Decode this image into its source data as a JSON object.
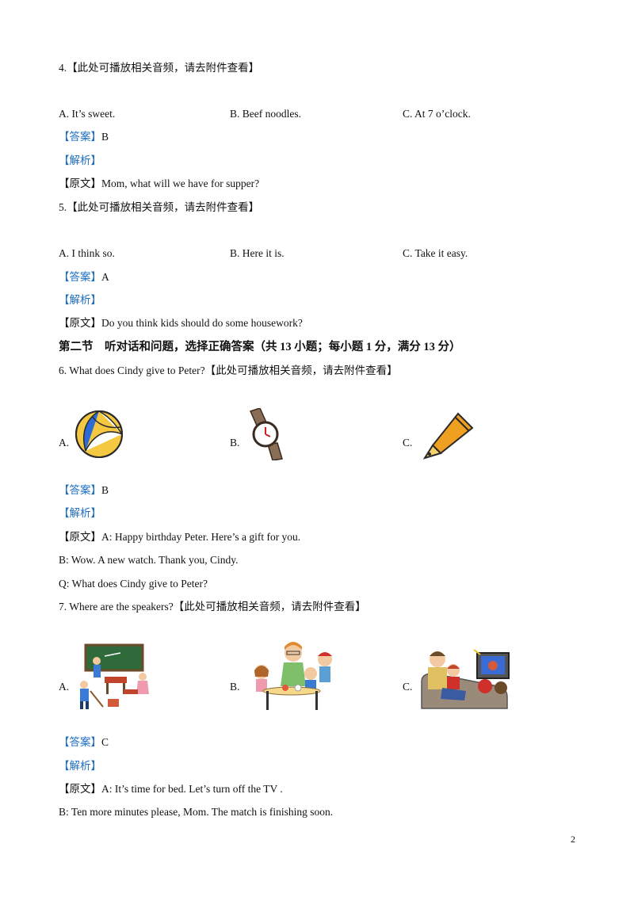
{
  "q4": {
    "prompt": "4.【此处可播放相关音频，请去附件查看】",
    "options": [
      "A.  It’s sweet.",
      "B.  Beef noodles.",
      "C.  At 7 o’clock."
    ],
    "answer_tag": "【答案】",
    "answer": "B",
    "analysis_tag": "【解析】",
    "original_tag": "【原文】",
    "original": "Mom, what will we have for supper?"
  },
  "q5": {
    "prompt": "5.【此处可播放相关音频，请去附件查看】",
    "options": [
      "A.  I think so.",
      "B.  Here it is.",
      "C.  Take it easy."
    ],
    "answer_tag": "【答案】",
    "answer": "A",
    "analysis_tag": "【解析】",
    "original_tag": "【原文】",
    "original": "Do you think kids should do some housework?"
  },
  "section2": {
    "title": "第二节　听对话和问题，选择正确答案（共 13 小题；每小题 1 分，满分 13 分）"
  },
  "q6": {
    "prompt": "6.  What does Cindy give to Peter?【此处可播放相关音频，请去附件查看】",
    "option_labels": [
      "A.",
      "B.",
      "C."
    ],
    "option_icons": [
      "volleyball-icon",
      "watch-icon",
      "fountain-pen-icon"
    ],
    "answer_tag": "【答案】",
    "answer": "B",
    "analysis_tag": "【解析】",
    "original_tag": "【原文】",
    "original_lines": [
      "A: Happy birthday Peter. Here’s a gift for you.",
      "B: Wow. A new watch. Thank you, Cindy.",
      "Q: What does Cindy give to Peter?"
    ]
  },
  "q7": {
    "prompt": "7.  Where are the speakers?【此处可播放相关音频，请去附件查看】",
    "option_labels": [
      "A.",
      "B.",
      "C."
    ],
    "option_icons": [
      "classroom-picture",
      "kids-at-table-picture",
      "family-watching-tv-picture"
    ],
    "answer_tag": "【答案】",
    "answer": "C",
    "analysis_tag": "【解析】",
    "original_tag": "【原文】",
    "original_lines": [
      "A: It’s time for bed. Let’s turn off the TV .",
      "B: Ten more minutes please, Mom. The match is finishing soon."
    ]
  },
  "page_number": "2",
  "colors": {
    "tag": "#1f6fbf",
    "text": "#111111"
  }
}
